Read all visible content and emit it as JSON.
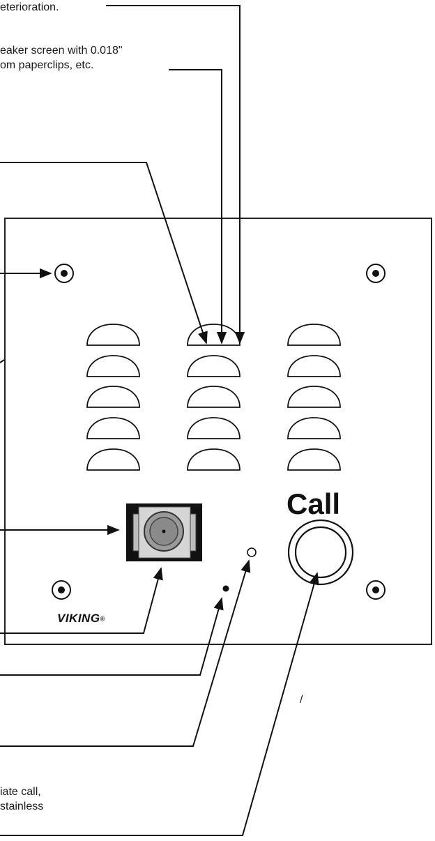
{
  "callouts": {
    "deterioration": "eterioration.",
    "speaker_line1": "eaker screen with 0.018\"",
    "speaker_line2": "om paperclips, etc.",
    "slash_note": "/",
    "call_line1": "iate  call,",
    "call_line2": "stainless"
  },
  "panel": {
    "call_button_label": "Call",
    "brand": "VIKING",
    "brand_mark": "®"
  },
  "colors": {
    "ink": "#111111",
    "panel_fill": "#ffffff",
    "camera_lens": "#8a8a8a",
    "camera_body": "#cfcfcf"
  }
}
